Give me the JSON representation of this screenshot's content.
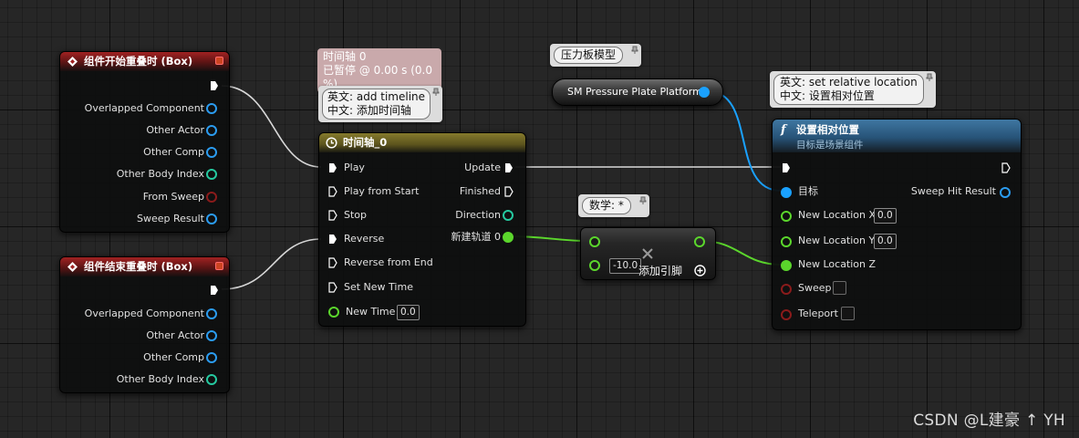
{
  "begin_overlap": {
    "title": "组件开始重叠时 (Box)",
    "pins": [
      "Overlapped Component",
      "Other Actor",
      "Other Comp",
      "Other Body Index",
      "From Sweep",
      "Sweep Result"
    ]
  },
  "end_overlap": {
    "title": "组件结束重叠时 (Box)",
    "pins": [
      "Overlapped Component",
      "Other Actor",
      "Other Comp",
      "Other Body Index"
    ]
  },
  "timeline_status": {
    "line1": "时间轴 0",
    "line2": "已暂停 @ 0.00 s (0.0 %)"
  },
  "timeline_comment": {
    "line1": "英文: add timeline",
    "line2": "中文: 添加时间轴"
  },
  "timeline": {
    "title": "时间轴_0",
    "inputs": [
      "Play",
      "Play from Start",
      "Stop",
      "Reverse",
      "Reverse from End",
      "Set New Time",
      "New Time"
    ],
    "new_time_value": "0.0",
    "outputs": [
      "Update",
      "Finished",
      "Direction",
      "新建轨道 0"
    ]
  },
  "pressure_plate_comment": "压力板模型",
  "sm_node": {
    "label": "SM Pressure Plate Platform"
  },
  "multiply_comment": "数学: *",
  "multiply": {
    "value": "-10.0",
    "add_pin_label": "添加引脚"
  },
  "set_location_comment": {
    "line1": "英文: set relative location",
    "line2": "中文: 设置相对位置"
  },
  "set_location": {
    "title": "设置相对位置",
    "subtitle": "目标是场景组件",
    "target_label": "目标",
    "sweep_hit_label": "Sweep Hit Result",
    "inputs": {
      "x": "New Location X",
      "y": "New Location Y",
      "z": "New Location Z",
      "sweep": "Sweep",
      "teleport": "Teleport"
    },
    "x_value": "0.0",
    "y_value": "0.0"
  },
  "watermark": "CSDN @L建豪 ↑ YH"
}
